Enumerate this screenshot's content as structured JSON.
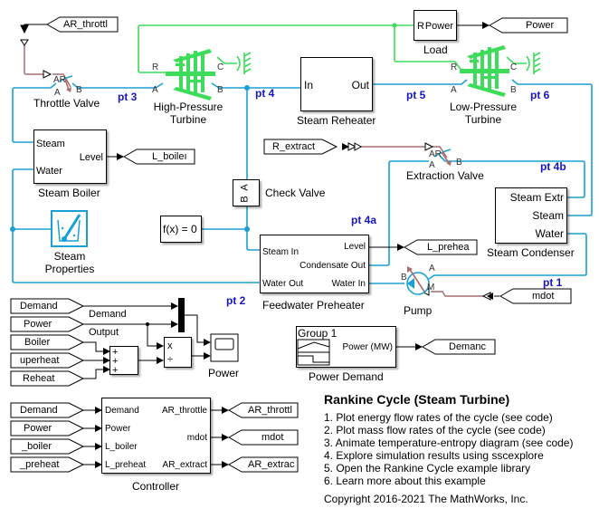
{
  "title": "Rankine Cycle (Steam Turbine)",
  "colors": {
    "thermal_liquid": "#1a9fd6",
    "mechanical": "#3ddc5a",
    "physical_signal": "#a86e6e",
    "signal": "#000000",
    "point_label": "#1515c8"
  },
  "point_labels": [
    "pt 1",
    "pt 2",
    "pt 3",
    "pt 4",
    "pt 4a",
    "pt 4b",
    "pt 5",
    "pt 6"
  ],
  "blocks": {
    "throttle_valve": {
      "label": "Throttle Valve",
      "ports": {
        "ar": "AR",
        "a": "A",
        "b": "B"
      }
    },
    "hp_turbine": {
      "label_line1": "High-Pressure",
      "label_line2": "Turbine",
      "ports": {
        "r": "R",
        "c": "C",
        "a": "A",
        "b": "B"
      }
    },
    "steam_reheater": {
      "label": "Steam Reheater",
      "ports": {
        "in": "In",
        "out": "Out"
      }
    },
    "load": {
      "label": "Load",
      "ports": {
        "r": "R",
        "power": "Power"
      }
    },
    "lp_turbine": {
      "label_line1": "Low-Pressure",
      "label_line2": "Turbine",
      "ports": {
        "r": "R",
        "c": "C",
        "a": "A",
        "b": "B"
      }
    },
    "steam_boiler": {
      "label": "Steam Boiler",
      "ports": {
        "steam": "Steam",
        "water": "Water",
        "level": "Level"
      }
    },
    "steam_properties": {
      "label_line1": "Steam",
      "label_line2": "Properties"
    },
    "check_valve": {
      "label": "Check Valve",
      "ports": {
        "a": "A",
        "b": "B"
      }
    },
    "solver": {
      "label": "f(x) = 0"
    },
    "feedwater_preheater": {
      "label": "Feedwater Preheater",
      "ports": {
        "steam_in": "Steam In",
        "water_out": "Water Out",
        "level": "Level",
        "condensate_out": "Condensate Out",
        "water_in": "Water In"
      }
    },
    "extraction_valve": {
      "label": "Extraction Valve",
      "ports": {
        "ar": "AR",
        "a": "A",
        "b": "B"
      }
    },
    "steam_condenser": {
      "label": "Steam Condenser",
      "ports": {
        "steam_extr": "Steam Extr",
        "steam": "Steam",
        "water": "Water"
      }
    },
    "pump": {
      "label": "Pump",
      "ports": {
        "a": "A",
        "b": "B",
        "m": "M"
      }
    },
    "power_scope": {
      "label": "Power"
    },
    "sum": {
      "signs": [
        "+",
        "+",
        "+"
      ]
    },
    "product": {
      "ops": [
        "x",
        "÷"
      ]
    },
    "power_demand": {
      "label": "Power Demand",
      "group": "Group 1",
      "output": "Power (MW)"
    },
    "controller": {
      "label": "Controller",
      "inputs": [
        "Demand",
        "Power",
        "L_boiler",
        "L_preheat"
      ],
      "outputs": [
        "AR_throttle",
        "mdot",
        "AR_extract"
      ]
    }
  },
  "goto_tags": {
    "ar_throttle_from": "AR_throttl",
    "power_goto": "Power",
    "l_boiler_goto": "L_boileı",
    "r_extract_from": "R_extract",
    "l_preheat_goto": "L_prehea",
    "mdot_from": "mdot",
    "demand_goto": "Demanc",
    "scope_demand_from": "Demand",
    "scope_power_from": "Power",
    "boiler_from": "Boiler",
    "superheat_from": "uperheat",
    "reheat_from": "Reheat",
    "ctrl_demand_from": "Demand",
    "ctrl_power_from": "Power",
    "ctrl_lboiler_from": "_boiler",
    "ctrl_lpreheat_from": "_preheat",
    "ctrl_ar_throttle_goto": "AR_throttl",
    "ctrl_mdot_goto": "mdot",
    "ctrl_ar_extract_goto": "AR_extrac"
  },
  "signal_labels": {
    "demand": "Demand",
    "output": "Output"
  },
  "notes": {
    "heading": "Rankine Cycle (Steam Turbine)",
    "items": [
      "1. Plot energy flow rates of the cycle (see code)",
      "2. Plot mass flow rates of the cycle (see code)",
      "3. Animate temperature-entropy diagram (see code)",
      "4. Explore simulation results using sscexplore",
      "5. Open the Rankine Cycle example library",
      "6. Learn more about this example"
    ],
    "copyright": "Copyright 2016-2021 The MathWorks, Inc."
  }
}
